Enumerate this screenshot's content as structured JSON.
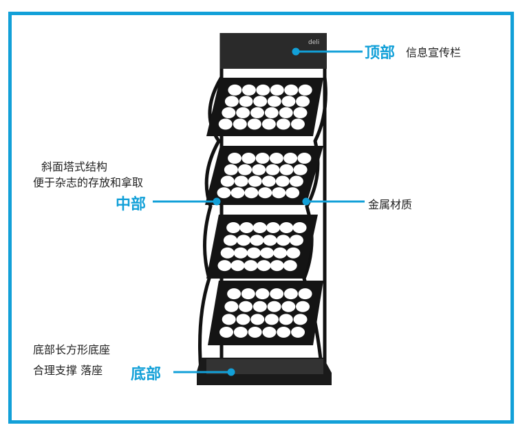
{
  "colors": {
    "accent": "#12a0d8",
    "rack": "#111111"
  },
  "rack": {
    "brand": "deli"
  },
  "annotations": {
    "top": {
      "title": "顶部",
      "desc": "信息宣传栏"
    },
    "middle": {
      "title": "中部",
      "desc_lines": [
        "斜面塔式结构",
        "便于杂志的存放和拿取"
      ],
      "material": "金属材质"
    },
    "bottom": {
      "title": "底部",
      "desc_lines": [
        "底部长方形底座",
        "合理支撑 落座"
      ]
    }
  }
}
